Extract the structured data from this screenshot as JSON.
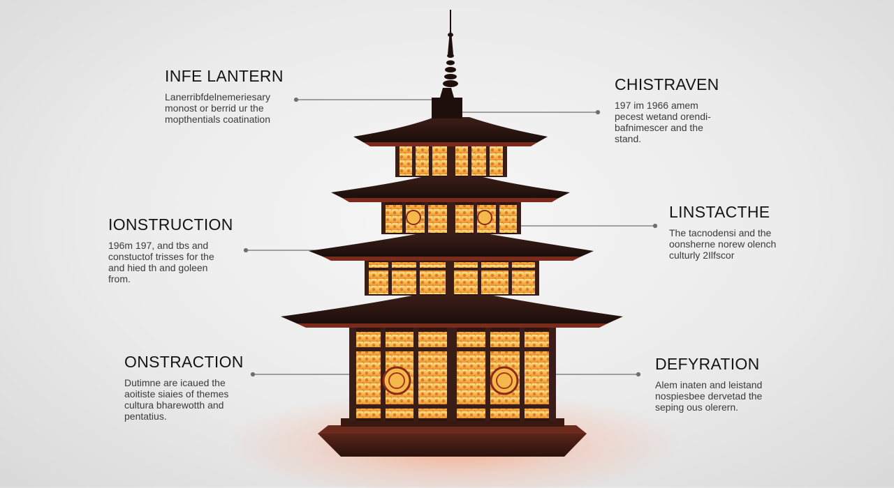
{
  "callouts": {
    "top_left": {
      "title": "INFE LANTERN",
      "desc": "Lanerribfdelnemeriesary\nmonost or berrid ur the\nmopthentials coatination"
    },
    "mid_left": {
      "title": "IONSTRUCTION",
      "desc": "196m 197, and tbs and\nconstuctof trisses for the\nand hied th and goleen\nfrom."
    },
    "bottom_left": {
      "title": "ONSTRACTION",
      "desc": "Dutimne are icaued the\naoitiste siaies of themes\ncultura bharewotth and\npentatius."
    },
    "top_right": {
      "title": "CHISTRAVEN",
      "desc": "197 im 1966 amem\npecest wetand orendi-\nbafnimescer and the\nstand."
    },
    "mid_right": {
      "title": "LINSTACTHE",
      "desc": "The tacnodensi and the\noonsherne norew olench\nculturly 2Ilfscor"
    },
    "bottom_right": {
      "title": "DEFYRATION",
      "desc": "Alem inaten and leistand\nnospiesbee dervetad the\nseping ous olerern."
    }
  },
  "colors": {
    "roof": "#2a1512",
    "roof_edge": "#7a2b1c",
    "frame": "#3a1d16",
    "panel_glow": "#f7c85a",
    "panel_red": "#c8441d",
    "leader_line": "#6f6f6f"
  }
}
